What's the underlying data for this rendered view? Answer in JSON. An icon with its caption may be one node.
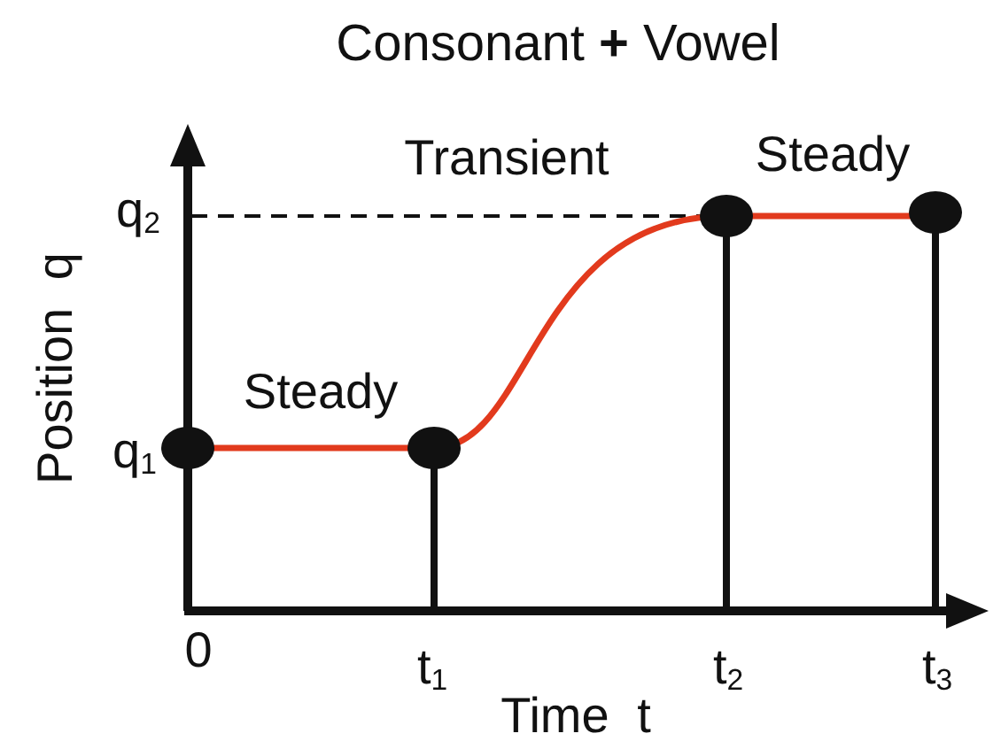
{
  "diagram": {
    "title": "Consonant **+** Vowel",
    "labels": [
      "Transient",
      "Steady",
      "q$_{2}$",
      "Position q",
      "Steady",
      "q$_{1}$",
      "0",
      "t$_{1}$",
      "t$_{2}$",
      "t$_{3}$",
      "Time t"
    ]
  }
}
